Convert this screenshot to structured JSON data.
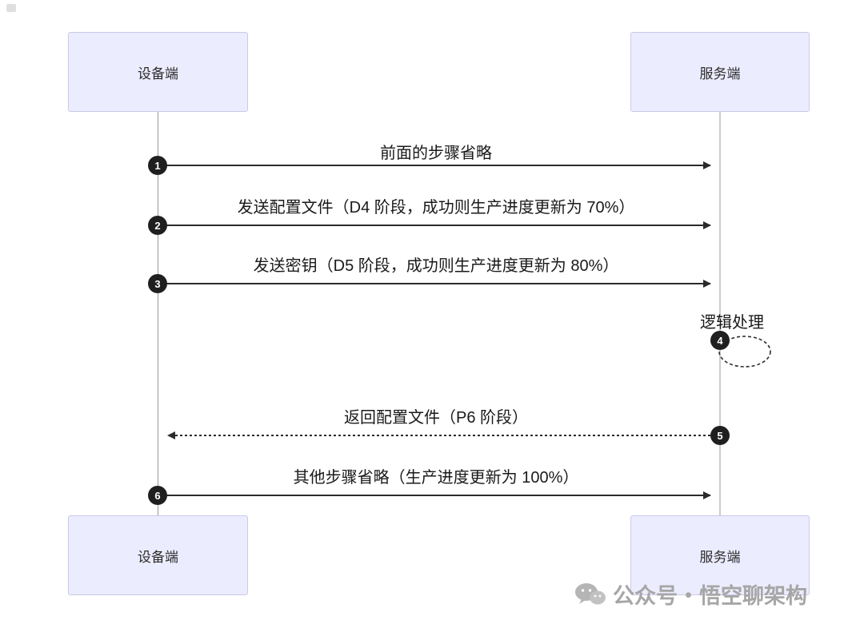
{
  "actors": {
    "device": "设备端",
    "server": "服务端"
  },
  "messages": [
    {
      "num": "1",
      "label": "前面的步骤省略",
      "type": "solid-arrow"
    },
    {
      "num": "2",
      "label": "发送配置文件（D4 阶段，成功则生产进度更新为 70%）",
      "type": "solid-arrow"
    },
    {
      "num": "3",
      "label": "发送密钥（D5 阶段，成功则生产进度更新为 80%）",
      "type": "solid-arrow"
    },
    {
      "num": "4",
      "label": "逻辑处理",
      "type": "self-loop"
    },
    {
      "num": "5",
      "label": "返回配置文件（P6 阶段）",
      "type": "dashed-return-arrow"
    },
    {
      "num": "6",
      "label": "其他步骤省略（生产进度更新为 100%）",
      "type": "solid-arrow"
    }
  ],
  "watermark": {
    "text": "公众号・悟空聊架构",
    "icon": "wechat-icon"
  },
  "colors": {
    "actor_fill": "#ececff",
    "actor_border": "#c9c9e6",
    "arrow": "#2b2b2b",
    "lifeline": "#999999",
    "number_badge": "#1f1f1f",
    "watermark": "#a6a6a6"
  }
}
